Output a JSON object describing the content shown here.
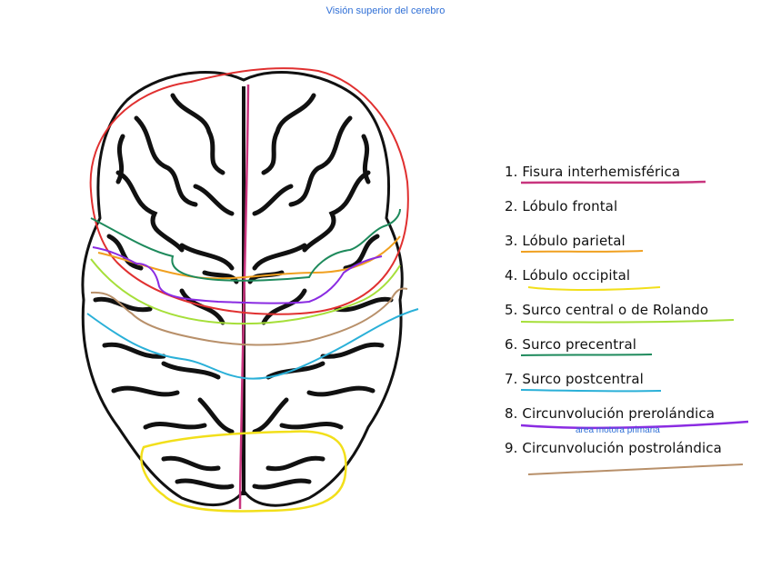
{
  "title": "Visión superior del cerebro",
  "legend": [
    {
      "num": "1.",
      "label": "Fisura interhemisférica",
      "color": "#c8357e"
    },
    {
      "num": "2.",
      "label": "Lóbulo frontal",
      "color": "#e03030"
    },
    {
      "num": "3.",
      "label": "Lóbulo parietal",
      "color": "#f0a020"
    },
    {
      "num": "4.",
      "label": "Lóbulo occipital",
      "color": "#f2df1a"
    },
    {
      "num": "5.",
      "label": "Surco central o de Rolando",
      "color": "#a6df3a"
    },
    {
      "num": "6.",
      "label": "Surco precentral",
      "color": "#1e8a5c"
    },
    {
      "num": "7.",
      "label": "Surco postcentral",
      "color": "#2ab0d8"
    },
    {
      "num": "8.",
      "label": "Circunvolución prerolándica",
      "color": "#8a2be2"
    },
    {
      "num": "9.",
      "label": "Circunvolución postrolándica",
      "color": "#b8906a"
    }
  ],
  "annotation": "area motora primaria"
}
